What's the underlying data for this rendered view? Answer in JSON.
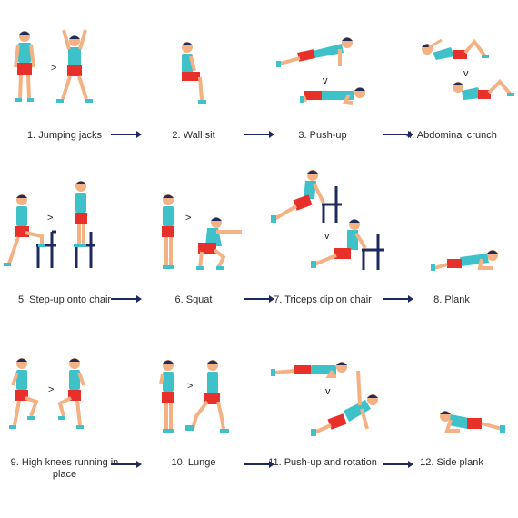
{
  "colors": {
    "skin": "#f4b183",
    "shirt": "#3fc1c9",
    "shorts": "#e8302b",
    "hair": "#1f2f5a",
    "shoes": "#3fc1c9",
    "chair": "#1e2a5e",
    "arrow": "#1e2a5e",
    "caption": "#2a2a2a"
  },
  "separator_glyph": ">",
  "alt_separator_glyph": "v",
  "exercises": [
    {
      "label": "1. Jumping jacks"
    },
    {
      "label": "2. Wall sit"
    },
    {
      "label": "3. Push-up"
    },
    {
      "label": "4. Abdominal crunch"
    },
    {
      "label": "5. Step-up onto chair"
    },
    {
      "label": "6. Squat"
    },
    {
      "label": "7. Triceps dip on chair"
    },
    {
      "label": "8. Plank"
    },
    {
      "label": "9. High knees running in place"
    },
    {
      "label": "10. Lunge"
    },
    {
      "label": "11. Push-up and rotation"
    },
    {
      "label": "12. Side plank"
    }
  ]
}
